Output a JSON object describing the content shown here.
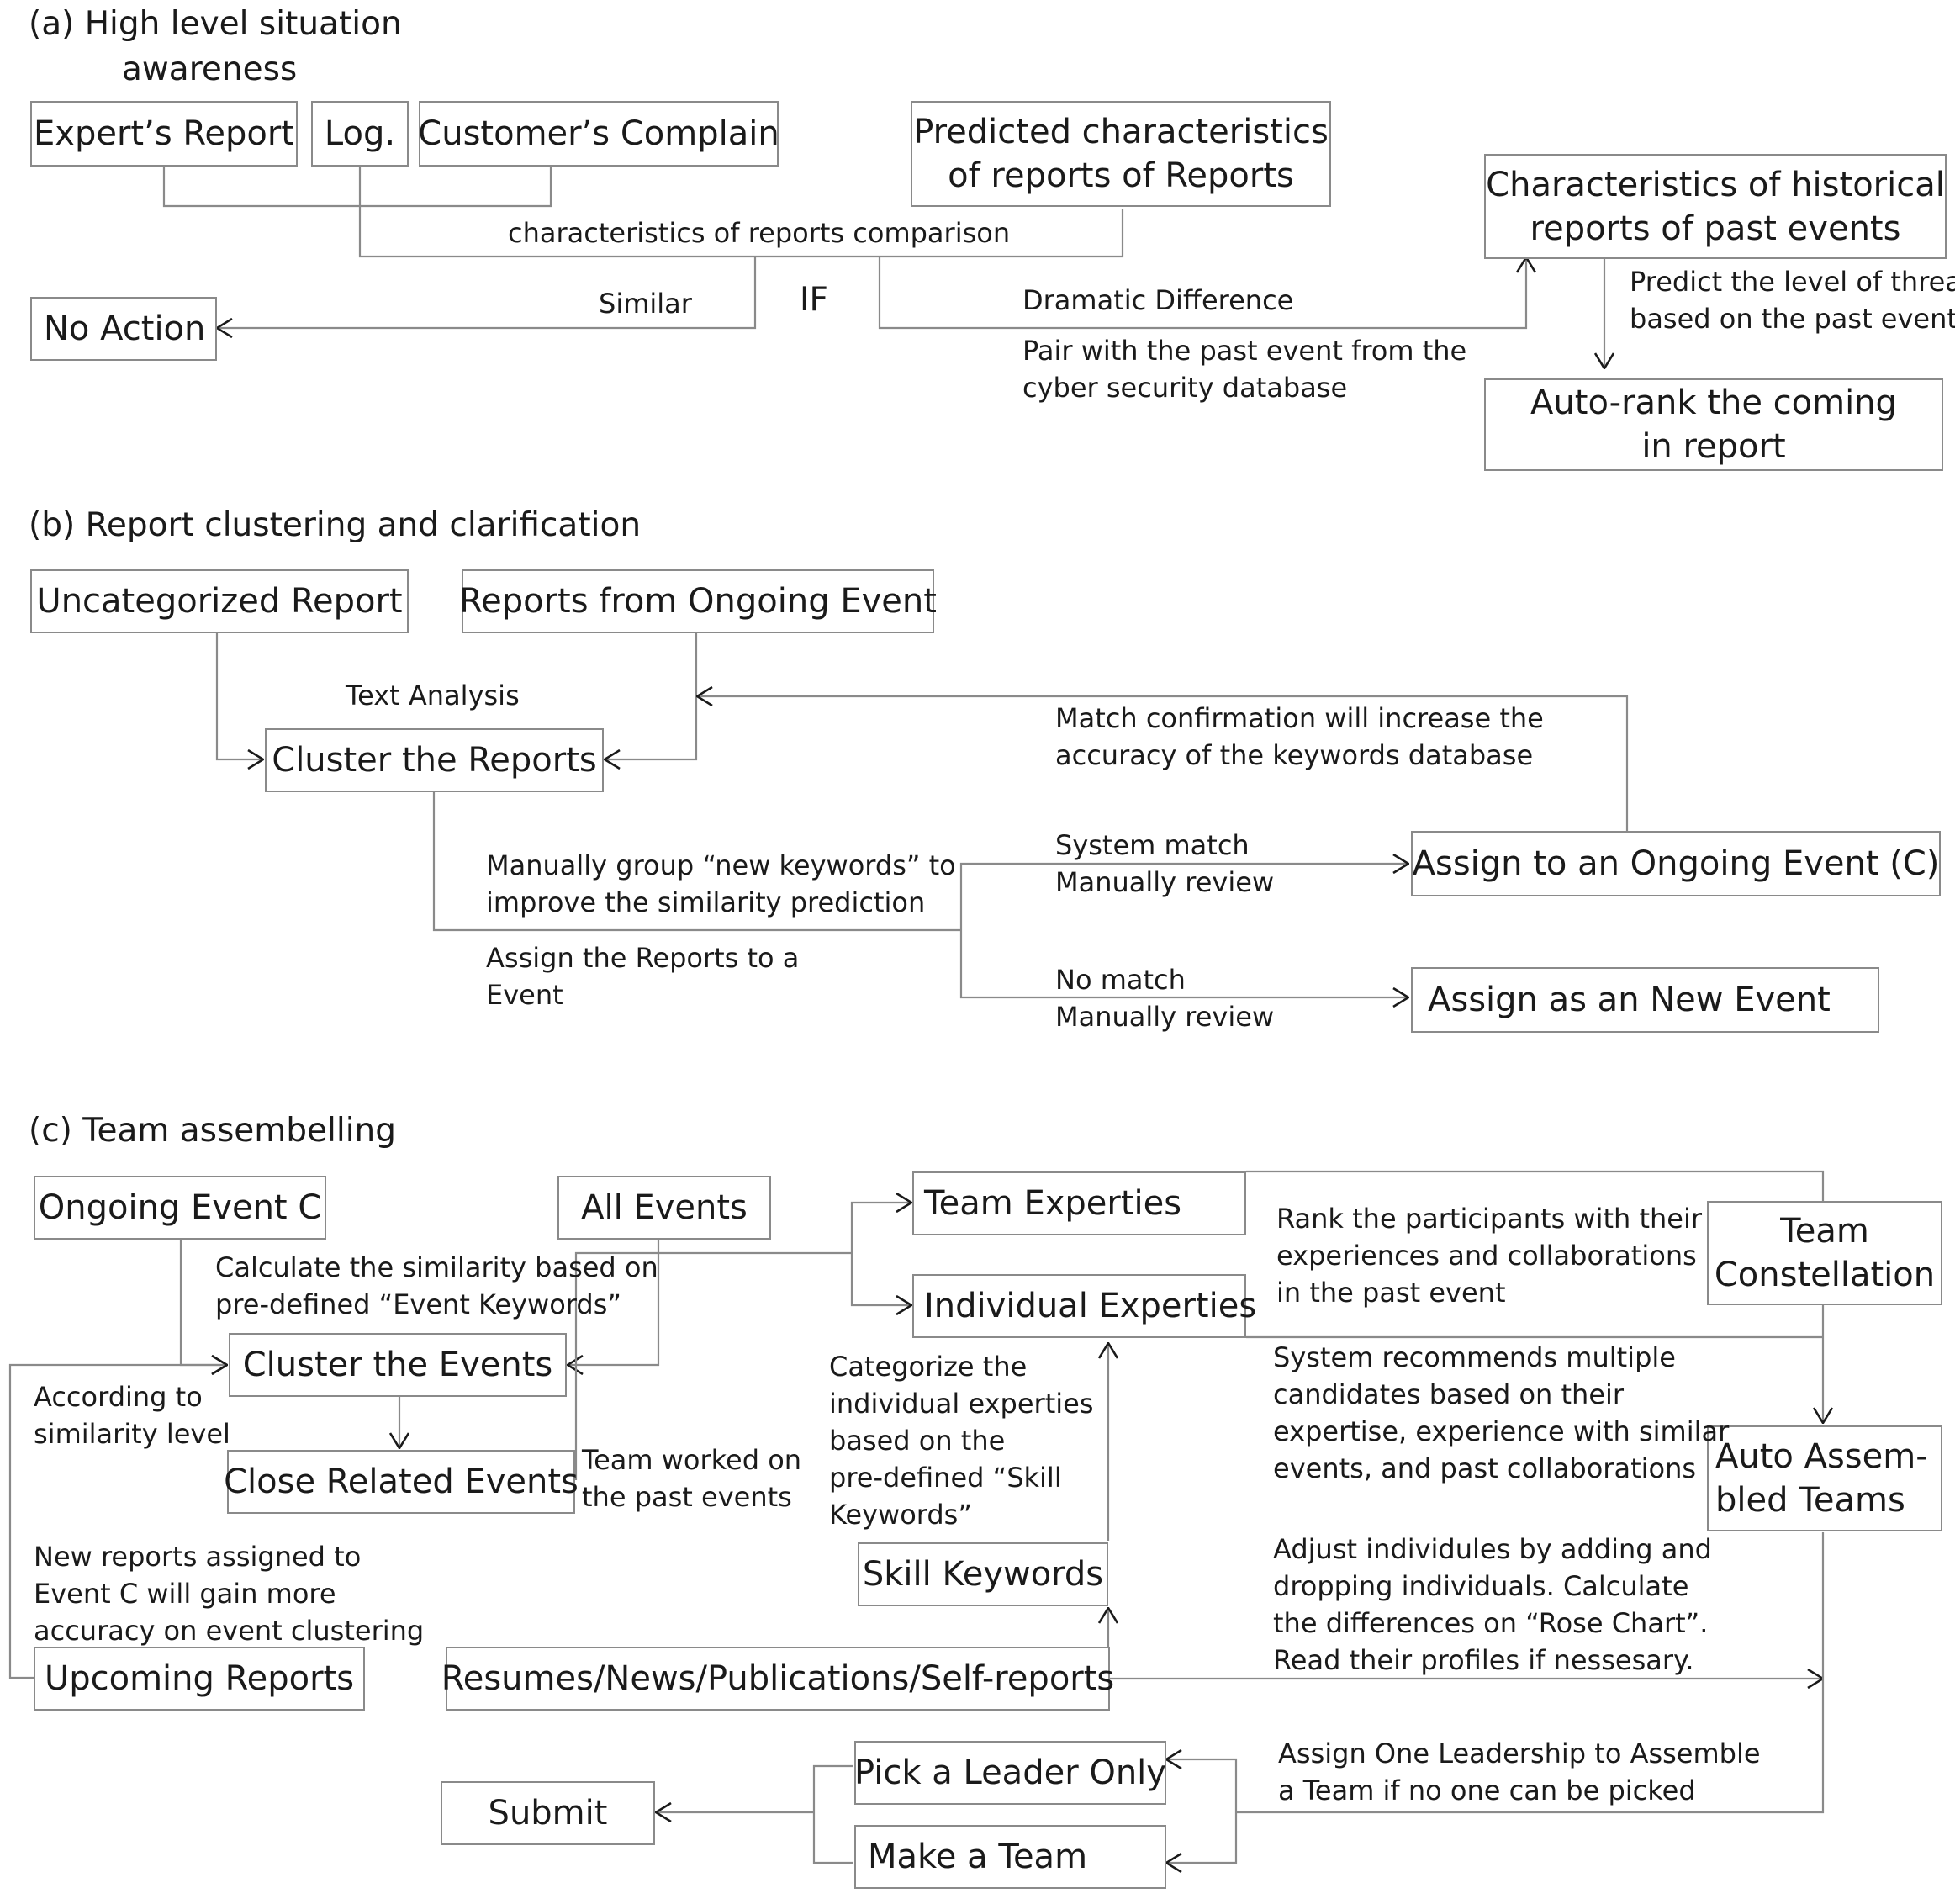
{
  "section_a": {
    "heading_line1": "(a) High level situation",
    "heading_line2": "awareness",
    "boxes": {
      "experts_report": "Expert’s Report",
      "log": "Log.",
      "customers_complain": "Customer’s Complain",
      "predicted_l1": "Predicted characteristics",
      "predicted_l2": "of reports of Reports",
      "historical_l1": "Characteristics of historical",
      "historical_l2": "reports of past events",
      "no_action": "No Action",
      "autorank_l1": "Auto-rank the coming",
      "autorank_l2": "in report"
    },
    "labels": {
      "comparison": "characteristics of reports comparison",
      "if": "IF",
      "similar": "Similar",
      "dramatic": "Dramatic Difference",
      "pair_l1": "Pair with the past event from the",
      "pair_l2": "cyber security database",
      "predict_l1": "Predict the level of threat",
      "predict_l2": "based on the past event"
    }
  },
  "section_b": {
    "heading": "(b) Report clustering and clarification",
    "boxes": {
      "uncategorized": "Uncategorized Report",
      "ongoing_reports": "Reports from Ongoing Event",
      "cluster_reports": "Cluster the Reports",
      "assign_ongoing": "Assign to an Ongoing Event (C)",
      "assign_new": "Assign as an New Event"
    },
    "labels": {
      "text_analysis": "Text Analysis",
      "match_l1": "Match confirmation will increase the",
      "match_l2": "accuracy of the keywords database",
      "manual_l1": "Manually group “new keywords” to",
      "manual_l2": "improve the similarity prediction",
      "assign_l1": "Assign the Reports to a",
      "assign_l2": "Event",
      "system_match": "System match",
      "manual_review_1": "Manually review",
      "no_match": "No match",
      "manual_review_2": "Manually review"
    }
  },
  "section_c": {
    "heading": "(c) Team assembelling",
    "boxes": {
      "ongoing_c": "Ongoing Event C",
      "all_events": "All Events",
      "cluster_events": "Cluster the Events",
      "close_related": "Close Related Events",
      "upcoming": "Upcoming Reports",
      "team_expertise": "Team Experties",
      "individual_expertise": "Individual Experties",
      "skill_keywords": "Skill Keywords",
      "resumes": "Resumes/News/Publications/Self-reports",
      "team_const_l1": "Team",
      "team_const_l2": "Constellation",
      "auto_l1": "Auto Assem-",
      "auto_l2": "bled Teams",
      "pick_leader": "Pick a Leader Only",
      "make_team": "Make a Team",
      "submit": "Submit"
    },
    "labels": {
      "calc_l1": "Calculate the similarity based on",
      "calc_l2": "pre-defined “Event Keywords”",
      "according_l1": "According to",
      "according_l2": "similarity level",
      "team_worked_l1": "Team worked on",
      "team_worked_l2": "the past events",
      "new_reports_l1": "New reports assigned to",
      "new_reports_l2": "Event C will gain more",
      "new_reports_l3": "accuracy on event clustering",
      "categorize_l1": "Categorize the",
      "categorize_l2": "individual experties",
      "categorize_l3": "based on the",
      "categorize_l4": "pre-defined “Skill",
      "categorize_l5": "Keywords”",
      "rank_l1": "Rank the participants with their",
      "rank_l2": "experiences and collaborations",
      "rank_l3": "in the past event",
      "system_l1": "System recommends multiple",
      "system_l2": "candidates based on their",
      "system_l3": "expertise, experience with similar",
      "system_l4": "events, and past collaborations",
      "adjust_l1": "Adjust individules by adding and",
      "adjust_l2": "dropping individuals. Calculate",
      "adjust_l3": "the differences on “Rose Chart”.",
      "adjust_l4": "Read their profiles if nessesary.",
      "assign_one_l1": "Assign One Leadership to Assemble",
      "assign_one_l2": "a Team if no one can be picked"
    }
  }
}
